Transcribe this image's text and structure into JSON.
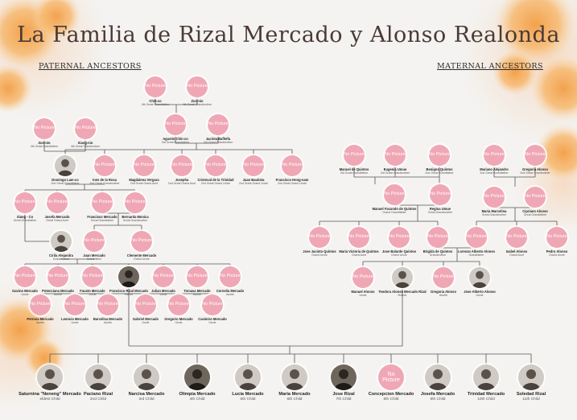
{
  "title": "La Familia de Rizal Mercado y Alonso Realonda",
  "paternal_label": "PATERNAL ANCESTORS",
  "maternal_label": "MATERNAL ANCESTORS",
  "no_picture": "No Picture",
  "colors": {
    "circle": "#f0a7b5",
    "line": "#555555",
    "title": "#4a3a36",
    "flower": "#f7b25a"
  },
  "people": [
    {
      "id": "chinco",
      "name": "Chin-co",
      "role": "4th Great Grandfather"
    },
    {
      "id": "zunnio",
      "name": "Zun-nio",
      "role": "4th Great Grandmother"
    },
    {
      "id": "agustinchinco",
      "name": "Agustin Chin-co",
      "role": "3rd Great Grandfather"
    },
    {
      "id": "jacinta",
      "name": "Jacinta Bafletfa",
      "role": "3rd Great Grandmother"
    },
    {
      "id": "zunnio2",
      "name": "Zun-nio",
      "role": "4th Great Grandfather"
    },
    {
      "id": "siangnio",
      "name": "Siang-nio",
      "role": "4th Great Grandmother"
    },
    {
      "id": "domingo",
      "name": "Domingo Lam-co",
      "role": "2nd Great Grandfather"
    },
    {
      "id": "inesrosa",
      "name": "Ines de la Rosa",
      "role": "2nd Great Grandmother"
    },
    {
      "id": "magdalena",
      "name": "Magdalena Vergara",
      "role": "2nd Great Grand Aunt"
    },
    {
      "id": "josepha",
      "name": "Josepha",
      "role": "2nd Great Grand Aunt"
    },
    {
      "id": "cristoval",
      "name": "Cristoval de la Trinidad",
      "role": "2nd Great Grand Uncle"
    },
    {
      "id": "juanbautista",
      "name": "Juan Bautista",
      "role": "2nd Great Grand Uncle"
    },
    {
      "id": "franciscohong",
      "name": "Francisco Hong-nam",
      "role": "2nd Great Grand Uncle"
    },
    {
      "id": "siangco",
      "name": "Siang - Co",
      "role": "Great Grandfather"
    },
    {
      "id": "josefamercado",
      "name": "Josefa Mercado",
      "role": "Great Grand Aunt"
    },
    {
      "id": "franciscomercado",
      "name": "Francisco Mercado",
      "role": "Great Grandfather"
    },
    {
      "id": "bernarda",
      "name": "Bernarda Monica",
      "role": "Great Grandmother"
    },
    {
      "id": "cirilaalejandra",
      "name": "Cirila Alejandra",
      "role": "Grandmother"
    },
    {
      "id": "juanmercado",
      "name": "Juan Mercado",
      "role": "Grandfather"
    },
    {
      "id": "clemente",
      "name": "Clemente Mercado",
      "role": "Grand Uncle"
    },
    {
      "id": "gavino",
      "name": "Gavino Mercado",
      "role": "Uncle"
    },
    {
      "id": "potenciana",
      "name": "Potenciana Mercado",
      "role": "Auntie"
    },
    {
      "id": "fausto",
      "name": "Fausto Mercado",
      "role": "Uncle"
    },
    {
      "id": "franciscorizal",
      "name": "Francisco Rizal Mercado",
      "role": "Father"
    },
    {
      "id": "julian",
      "name": "Julian Mercado",
      "role": "Uncle"
    },
    {
      "id": "tomasa",
      "name": "Tomasa Mercado",
      "role": "Auntie"
    },
    {
      "id": "cornelia",
      "name": "Cornelia Mercado",
      "role": "Auntie"
    },
    {
      "id": "petrona",
      "name": "Petrona Mercado",
      "role": "Auntie"
    },
    {
      "id": "leoncio",
      "name": "Leoncio Mercado",
      "role": "Uncle"
    },
    {
      "id": "barcelisa",
      "name": "Barcelisa Mercado",
      "role": "Auntie"
    },
    {
      "id": "gabriel",
      "name": "Gabriel Mercado",
      "role": "Uncle"
    },
    {
      "id": "gregorio",
      "name": "Gregorio Mercado",
      "role": "Uncle"
    },
    {
      "id": "casimiro",
      "name": "Casimiro Mercado",
      "role": "Uncle"
    },
    {
      "id": "manuelquintos",
      "name": "Manuel de Quintos",
      "role": "3rd Great Grandfather"
    },
    {
      "id": "eugenia",
      "name": "Eugenia Umue",
      "role": "3rd Great Grandmother"
    },
    {
      "id": "benigno",
      "name": "Benigno Quintos",
      "role": "2nd Great Grandfather"
    },
    {
      "id": "mariano",
      "name": "Mariano Alejandro",
      "role": "2nd Great Grandfather"
    },
    {
      "id": "gregoria",
      "name": "Gregoria Alonso",
      "role": "2nd Great Grandmother"
    },
    {
      "id": "manuelfacundo",
      "name": "Manuel Facundo de Quintos",
      "role": "Grand Grandfather"
    },
    {
      "id": "regina",
      "name": "Regina Umue",
      "role": "Great Grandmother"
    },
    {
      "id": "mariamarcelina",
      "name": "Maria Marcelina",
      "role": "Great Grandmother"
    },
    {
      "id": "cipriano",
      "name": "Cipriano Alonso",
      "role": "Great Grandfather"
    },
    {
      "id": "josequintos",
      "name": "Jose Jacinto Quintos",
      "role": "Grand Uncle"
    },
    {
      "id": "mariavictoria",
      "name": "Maria Victoria de Quintos",
      "role": "Grand Aunt"
    },
    {
      "id": "josebalarde",
      "name": "Jose Balarde Quintos",
      "role": "Grand Uncle"
    },
    {
      "id": "brigida",
      "name": "Brigida de Quintos",
      "role": "Grandmother"
    },
    {
      "id": "lorenzo",
      "name": "Lorenzo Alberto Alonso",
      "role": "Grandfather"
    },
    {
      "id": "isabel",
      "name": "Isabel Alonso",
      "role": "Grand Aunt"
    },
    {
      "id": "pedro",
      "name": "Pedro Alonso",
      "role": "Grand Uncle"
    },
    {
      "id": "manuelalonso",
      "name": "Manuel Alonso",
      "role": "Uncle"
    },
    {
      "id": "teodora",
      "name": "Teodora Alonso Mercado Rizal",
      "role": "Mother"
    },
    {
      "id": "gregoriaalonso",
      "name": "Gregoria Alonso",
      "role": "Auntie"
    },
    {
      "id": "josealberto",
      "name": "Jose Alberto Alonso",
      "role": "Uncle"
    },
    {
      "id": "saturnina",
      "name": "Saturnina \"Neneng\" Mercado",
      "role": "eldest Child"
    },
    {
      "id": "paciano",
      "name": "Paciano Rizal",
      "role": "2nd Child"
    },
    {
      "id": "narcisa",
      "name": "Narcisa Mercado",
      "role": "3rd Child"
    },
    {
      "id": "olimpia",
      "name": "Olimpia Mercado",
      "role": "4th Child"
    },
    {
      "id": "lucia",
      "name": "Lucia Mercado",
      "role": "5th Child"
    },
    {
      "id": "maria",
      "name": "Maria Mercado",
      "role": "6th Child"
    },
    {
      "id": "jose",
      "name": "Jose Rizal",
      "role": "7th Child"
    },
    {
      "id": "concepcion",
      "name": "Concepcion Mercado",
      "role": "8th Child"
    },
    {
      "id": "josefa",
      "name": "Josefa Mercado",
      "role": "9th Child"
    },
    {
      "id": "trinidad",
      "name": "Trinidad Mercado",
      "role": "10th Child"
    },
    {
      "id": "soledad",
      "name": "Soledad Rizal",
      "role": "11th Child"
    }
  ]
}
